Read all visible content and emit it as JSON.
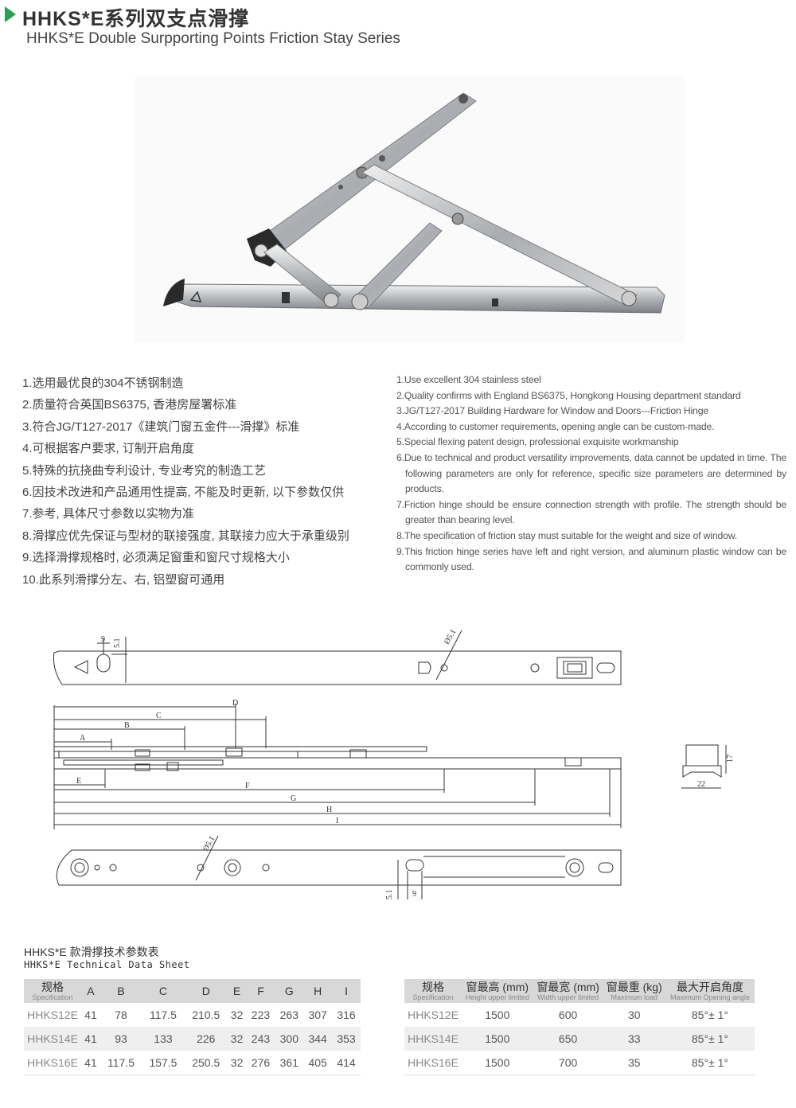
{
  "header": {
    "title_cn": "HHKS*E系列双支点滑撑",
    "title_en": "HHKS*E Double Surpporting Points Friction Stay Series"
  },
  "notes_cn": [
    "1.选用最优良的304不锈钢制造",
    "2.质量符合英国BS6375, 香港房屋署标准",
    "3.符合JG/T127-2017《建筑门窗五金件---滑撑》标准",
    "4.可根据客户要求, 订制开启角度",
    "5.特殊的抗挠曲专利设计, 专业考究的制造工艺",
    "6.因技术改进和产品通用性提高, 不能及时更新, 以下参数仅供",
    "7.参考, 具体尺寸参数以实物为准",
    "8.滑撑应优先保证与型材的联接强度, 其联接力应大于承重级别",
    "9.选择滑撑规格时, 必须满足窗重和窗尺寸规格大小",
    "10.此系列滑撑分左、右, 铝塑窗可通用"
  ],
  "notes_en": [
    "1.Use excellent 304 stainless steel",
    "2.Quality confirms with England BS6375, Hongkong Housing department standard",
    "3.JG/T127-2017 Building Hardware for Window and Doors---Friction Hinge",
    "4.According to customer requirements, opening angle can be custom-made.",
    "5.Special flexing patent design, professional exquisite workmanship",
    "6.Due to technical and product versatility improvements, data cannot be updated in time. The following parameters are only for reference, specific size parameters are determined by products.",
    "7.Friction hinge should be ensure connection strength with profile. The strength should be greater than bearing level.",
    "8.The specification of friction stay must suitable for the weight and size of window.",
    "9.This friction hinge series have left and right version, and aluminum plastic window can be commonly used."
  ],
  "drawing": {
    "dims_top": [
      "9",
      "5.1",
      "Ø5.1"
    ],
    "dims_side": [
      "D",
      "C",
      "B",
      "A",
      "E",
      "F",
      "G",
      "H",
      "I"
    ],
    "dims_section": [
      "17",
      "22"
    ],
    "dims_bottom": [
      "Ø5.1",
      "5.1",
      "9"
    ]
  },
  "table_title": {
    "cn": "HHKS*E 款滑撑技术参数表",
    "en": "HHKS*E Technical Data Sheet"
  },
  "table1": {
    "spec_cn": "规格",
    "spec_en": "Specification",
    "columns": [
      "A",
      "B",
      "C",
      "D",
      "E",
      "F",
      "G",
      "H",
      "I"
    ],
    "rows": [
      [
        "HHKS12E",
        "41",
        "78",
        "117.5",
        "210.5",
        "32",
        "223",
        "263",
        "307",
        "316"
      ],
      [
        "HHKS14E",
        "41",
        "93",
        "133",
        "226",
        "32",
        "243",
        "300",
        "344",
        "353"
      ],
      [
        "HHKS16E",
        "41",
        "117.5",
        "157.5",
        "250.5",
        "32",
        "276",
        "361",
        "405",
        "414"
      ]
    ]
  },
  "table2": {
    "headers": [
      {
        "cn": "规格",
        "en": "Specification"
      },
      {
        "cn": "窗最高 (mm)",
        "en": "Height upper limited"
      },
      {
        "cn": "窗最宽 (mm)",
        "en": "Width upper limited"
      },
      {
        "cn": "窗最重 (kg)",
        "en": "Maximum load"
      },
      {
        "cn": "最大开启角度",
        "en": "Maximum Opening angle"
      }
    ],
    "rows": [
      [
        "HHKS12E",
        "1500",
        "600",
        "30",
        "85°± 1°"
      ],
      [
        "HHKS14E",
        "1500",
        "650",
        "33",
        "85°± 1°"
      ],
      [
        "HHKS16E",
        "1500",
        "700",
        "35",
        "85°± 1°"
      ]
    ]
  },
  "colors": {
    "accent": "#2e9e57",
    "header_row": "#d8d8d8",
    "stripe_row": "#efefef"
  }
}
